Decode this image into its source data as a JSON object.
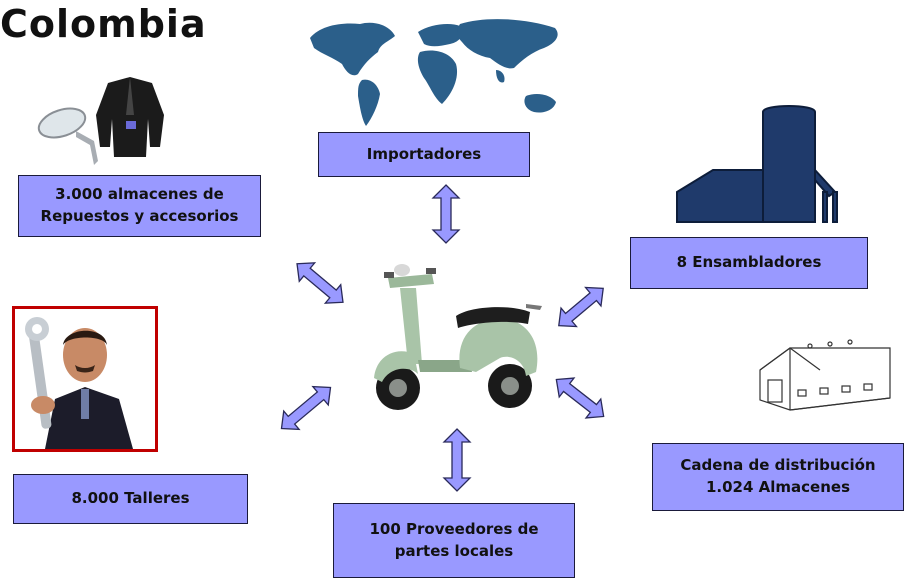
{
  "title": "Colombia",
  "colors": {
    "box_fill": "#9999ff",
    "arrow_fill": "#9999ff",
    "arrow_stroke": "#2a2a5a",
    "frame_red": "#c00000",
    "factory": "#1f3a6b"
  },
  "nodes": {
    "importadores": {
      "label": "Importadores",
      "icon": "world-map-icon"
    },
    "almacenes_repuestos": {
      "line1": "3.000 almacenes de",
      "line2": "Repuestos y accesorios",
      "icon": "jacket-mirror-icon"
    },
    "ensambladores": {
      "label": "8 Ensambladores",
      "icon": "factory-icon"
    },
    "talleres": {
      "label": "8.000 Talleres",
      "icon": "mechanic-photo"
    },
    "distribucion": {
      "line1": "Cadena de distribución",
      "line2": "1.024 Almacenes",
      "icon": "warehouse-icon"
    },
    "proveedores": {
      "line1": "100 Proveedores de",
      "line2": "partes locales"
    }
  },
  "center": {
    "icon": "scooter-icon"
  }
}
